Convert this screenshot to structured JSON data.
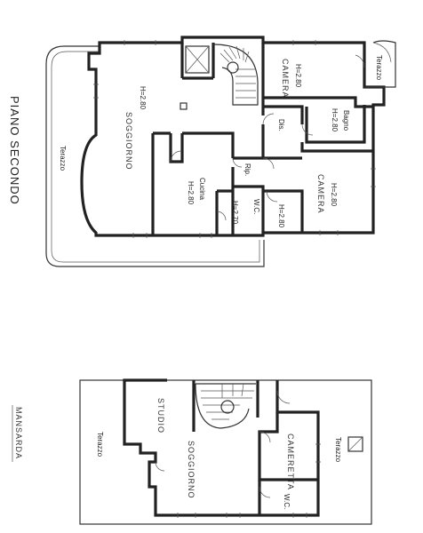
{
  "upper_plan": {
    "title": "PIANO SECONDO",
    "rooms": {
      "terrace_left": "Terazzo",
      "soggiorno_height": "H=2.80",
      "soggiorno_name": "SOGGIORNO",
      "camera_top_height": "H=2.80",
      "camera_top_name": "CAMERA",
      "terrace_right": "Terazzo",
      "dis": "Dis.",
      "bagno_name": "Bagno",
      "bagno_height": "H=2.80",
      "rip": "Rip.",
      "cucina_name": "Cucina",
      "cucina_height": "H=2.80",
      "camera_bottom_height": "H=2.80",
      "camera_bottom_name": "CAMERA",
      "wc_name": "W.C.",
      "wc_height": "H=2.70",
      "corridor_height": "H=2.80"
    }
  },
  "lower_plan": {
    "title": "MANSARDA",
    "rooms": {
      "terrace_left": "Terazzo",
      "studio": "STUDIO",
      "soggiorno": "SOGGIORNO",
      "cameretta": "CAMERETTA",
      "terrace_right": "Terazzo",
      "wc": "W.C."
    }
  }
}
